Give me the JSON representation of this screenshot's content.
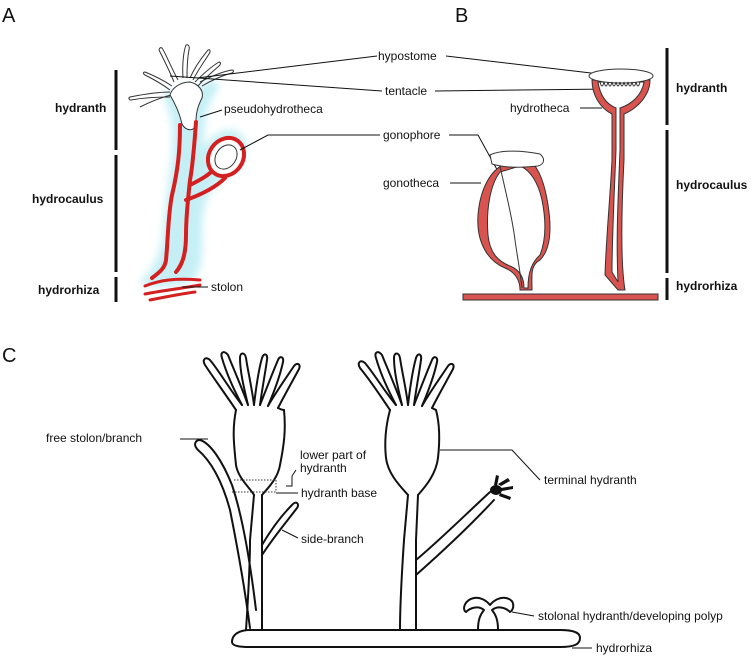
{
  "panels": {
    "a": "A",
    "b": "B",
    "c": "C"
  },
  "panel_a": {
    "hydranth": "hydranth",
    "hydrocaulus": "hydrocaulus",
    "hydrorhiza": "hydrorhiza",
    "pseudohydrotheca": "pseudohydrotheca",
    "stolon": "stolon"
  },
  "shared": {
    "hypostome": "hypostome",
    "tentacle": "tentacle",
    "gonophore": "gonophore",
    "gonotheca": "gonotheca"
  },
  "panel_b": {
    "hydrotheca": "hydrotheca",
    "hydranth": "hydranth",
    "hydrocaulus": "hydrocaulus",
    "hydrorhiza": "hydrorhiza"
  },
  "panel_c": {
    "free_stolon": "free stolon/branch",
    "lower_part_1": "lower part of",
    "lower_part_2": "hydranth",
    "hydranth_base": "hydranth base",
    "side_branch": "side-branch",
    "terminal_hydranth": "terminal hydranth",
    "stolonal_hydranth": "stolonal hydranth/developing polyp",
    "hydrorhiza": "hydrorhiza"
  },
  "colors": {
    "perisarc_red": "#d42020",
    "theca_pink": "#d9534f",
    "halo": "#bfeef5",
    "line": "#111111"
  }
}
